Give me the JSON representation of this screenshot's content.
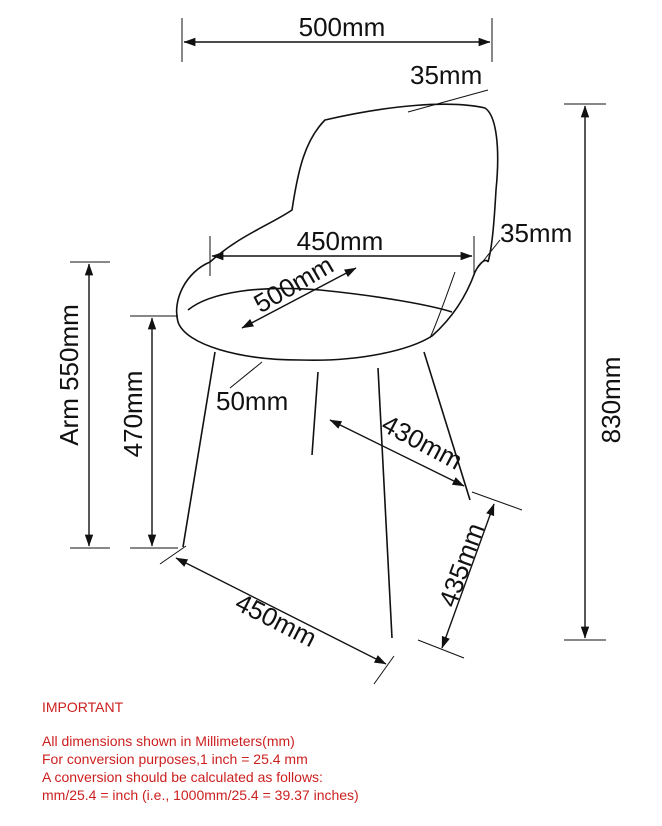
{
  "dimensions": {
    "top_width": "500mm",
    "back_thickness": "35mm",
    "seat_width": "450mm",
    "arm_thickness": "35mm",
    "seat_depth": "500mm",
    "seat_front": "50mm",
    "leg_span_side": "430mm",
    "arm_height": "Arm 550mm",
    "seat_height": "470mm",
    "total_height": "830mm",
    "leg_depth": "435mm",
    "base_width": "450mm"
  },
  "notes": {
    "title": "IMPORTANT",
    "lines": [
      "All dimensions shown in Millimeters(mm)",
      "For conversion purposes,1 inch = 25.4 mm",
      "A conversion should be calculated as follows:",
      "mm/25.4 = inch (i.e., 1000mm/25.4 = 39.37 inches)"
    ]
  },
  "colors": {
    "notes_text": "#cc1f1f",
    "lines": "#111111"
  }
}
